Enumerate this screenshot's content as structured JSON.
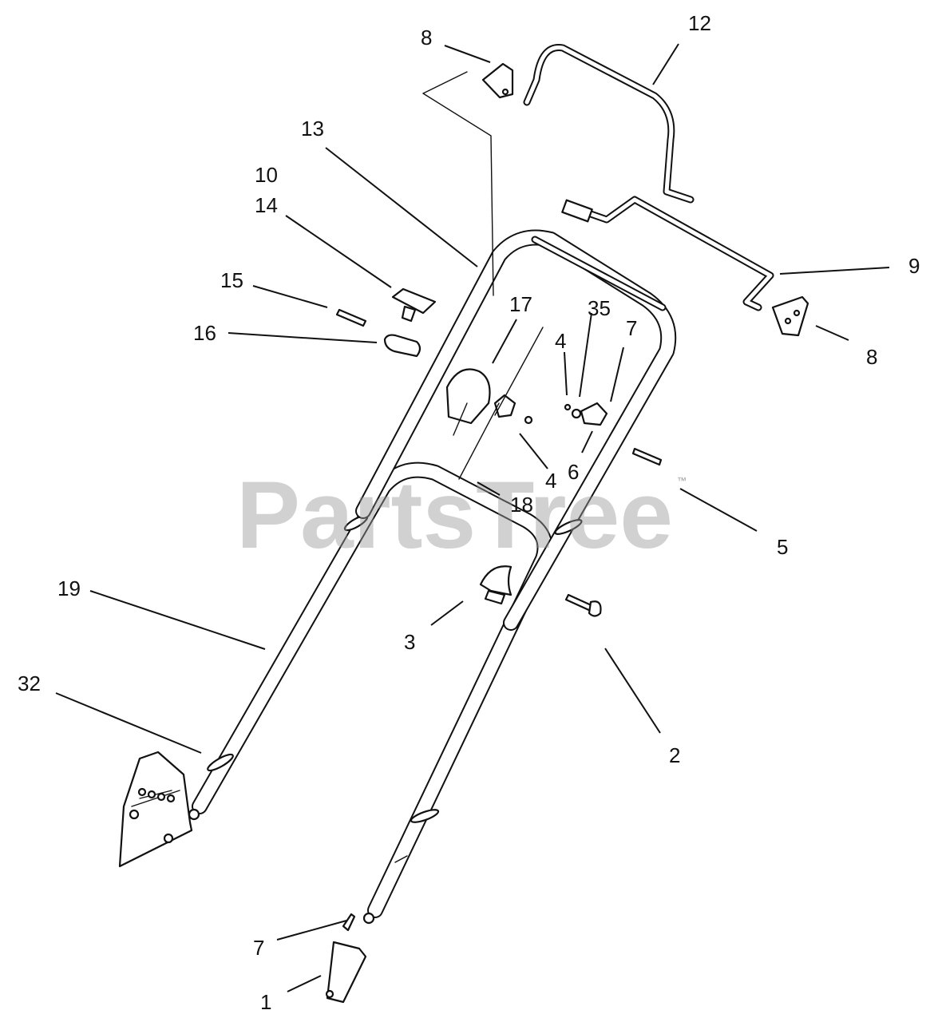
{
  "watermark": {
    "text": "PartsTree",
    "trademark": "™"
  },
  "callouts": [
    {
      "id": "c1",
      "label": "1"
    },
    {
      "id": "c2",
      "label": "2"
    },
    {
      "id": "c3",
      "label": "3"
    },
    {
      "id": "c4a",
      "label": "4"
    },
    {
      "id": "c4b",
      "label": "4"
    },
    {
      "id": "c5",
      "label": "5"
    },
    {
      "id": "c6",
      "label": "6"
    },
    {
      "id": "c7a",
      "label": "7"
    },
    {
      "id": "c7b",
      "label": "7"
    },
    {
      "id": "c8a",
      "label": "8"
    },
    {
      "id": "c8b",
      "label": "8"
    },
    {
      "id": "c9",
      "label": "9"
    },
    {
      "id": "c10",
      "label": "10"
    },
    {
      "id": "c12",
      "label": "12"
    },
    {
      "id": "c13",
      "label": "13"
    },
    {
      "id": "c14",
      "label": "14"
    },
    {
      "id": "c15",
      "label": "15"
    },
    {
      "id": "c16",
      "label": "16"
    },
    {
      "id": "c17",
      "label": "17"
    },
    {
      "id": "c18",
      "label": "18"
    },
    {
      "id": "c19",
      "label": "19"
    },
    {
      "id": "c32",
      "label": "32"
    },
    {
      "id": "c35",
      "label": "35"
    }
  ]
}
